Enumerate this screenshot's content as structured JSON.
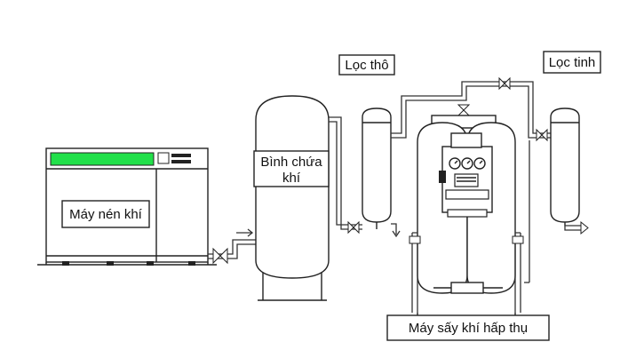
{
  "labels": {
    "compressor": "Máy nén khí",
    "tank_line1": "Bình chứa",
    "tank_line2": "khí",
    "coarse_filter": "Lọc thô",
    "fine_filter": "Lọc tinh",
    "dryer": "Máy sấy khí hấp thụ"
  },
  "colors": {
    "compressor_display": "#22e04a",
    "line": "#222222",
    "background": "#ffffff"
  },
  "icons": {
    "valve": "bowtie-valve-icon",
    "outlet": "arrow-right-icon"
  }
}
